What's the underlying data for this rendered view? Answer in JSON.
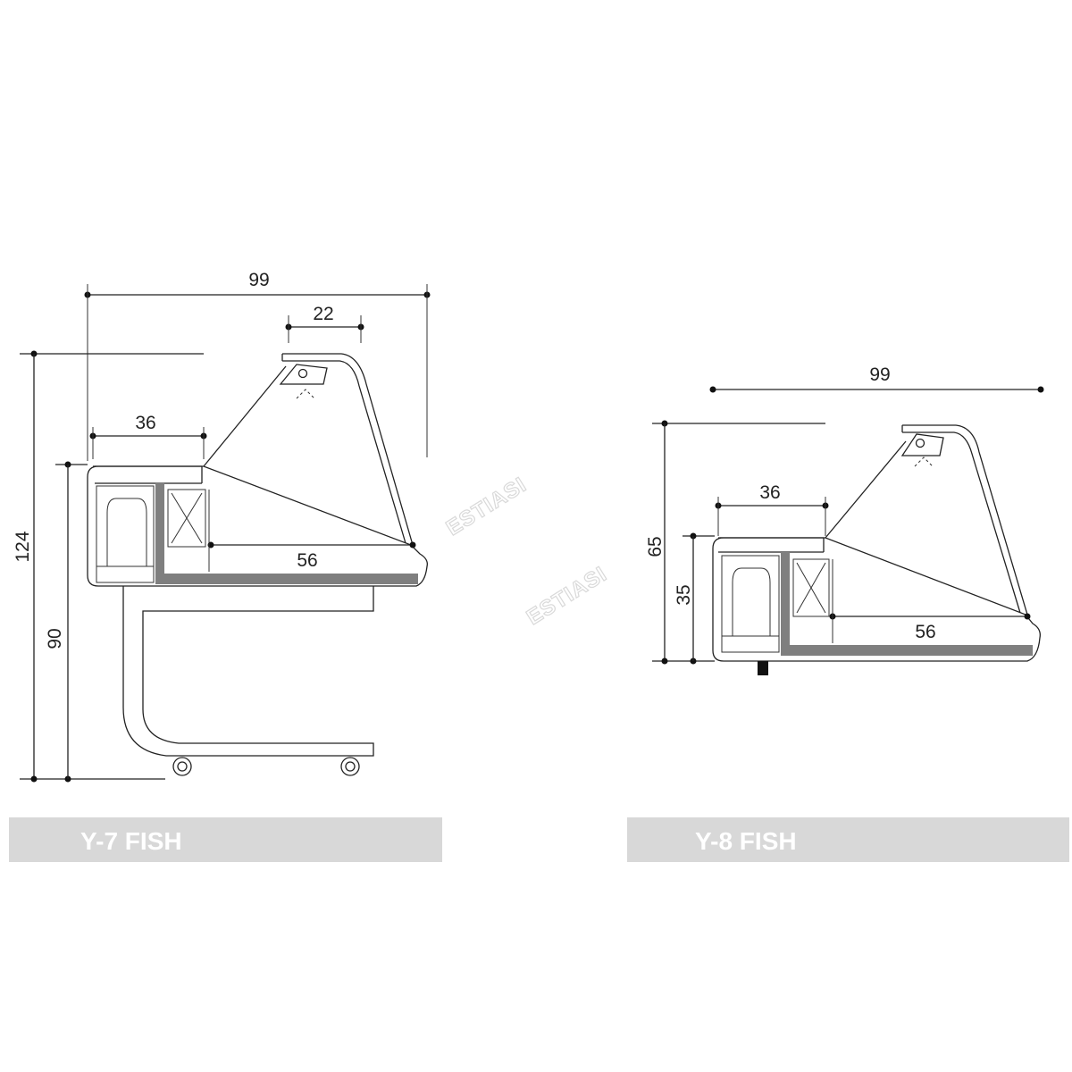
{
  "y7": {
    "model_label": "Y-7 FISH",
    "dim_width_total": "99",
    "dim_light": "22",
    "dim_top_shelf": "36",
    "dim_depth": "56",
    "dim_height_total": "124",
    "dim_height_counter": "90"
  },
  "y8": {
    "model_label": "Y-8 FISH",
    "dim_width_total": "99",
    "dim_top_shelf": "36",
    "dim_depth": "56",
    "dim_height_total": "65",
    "dim_height_base": "35"
  },
  "watermark": {
    "text_1": "ESTIASI",
    "text_2": "ESTIASI"
  },
  "colors": {
    "band": "#d8d8d8",
    "tray": "#7f7f7f",
    "line": "#222222"
  }
}
